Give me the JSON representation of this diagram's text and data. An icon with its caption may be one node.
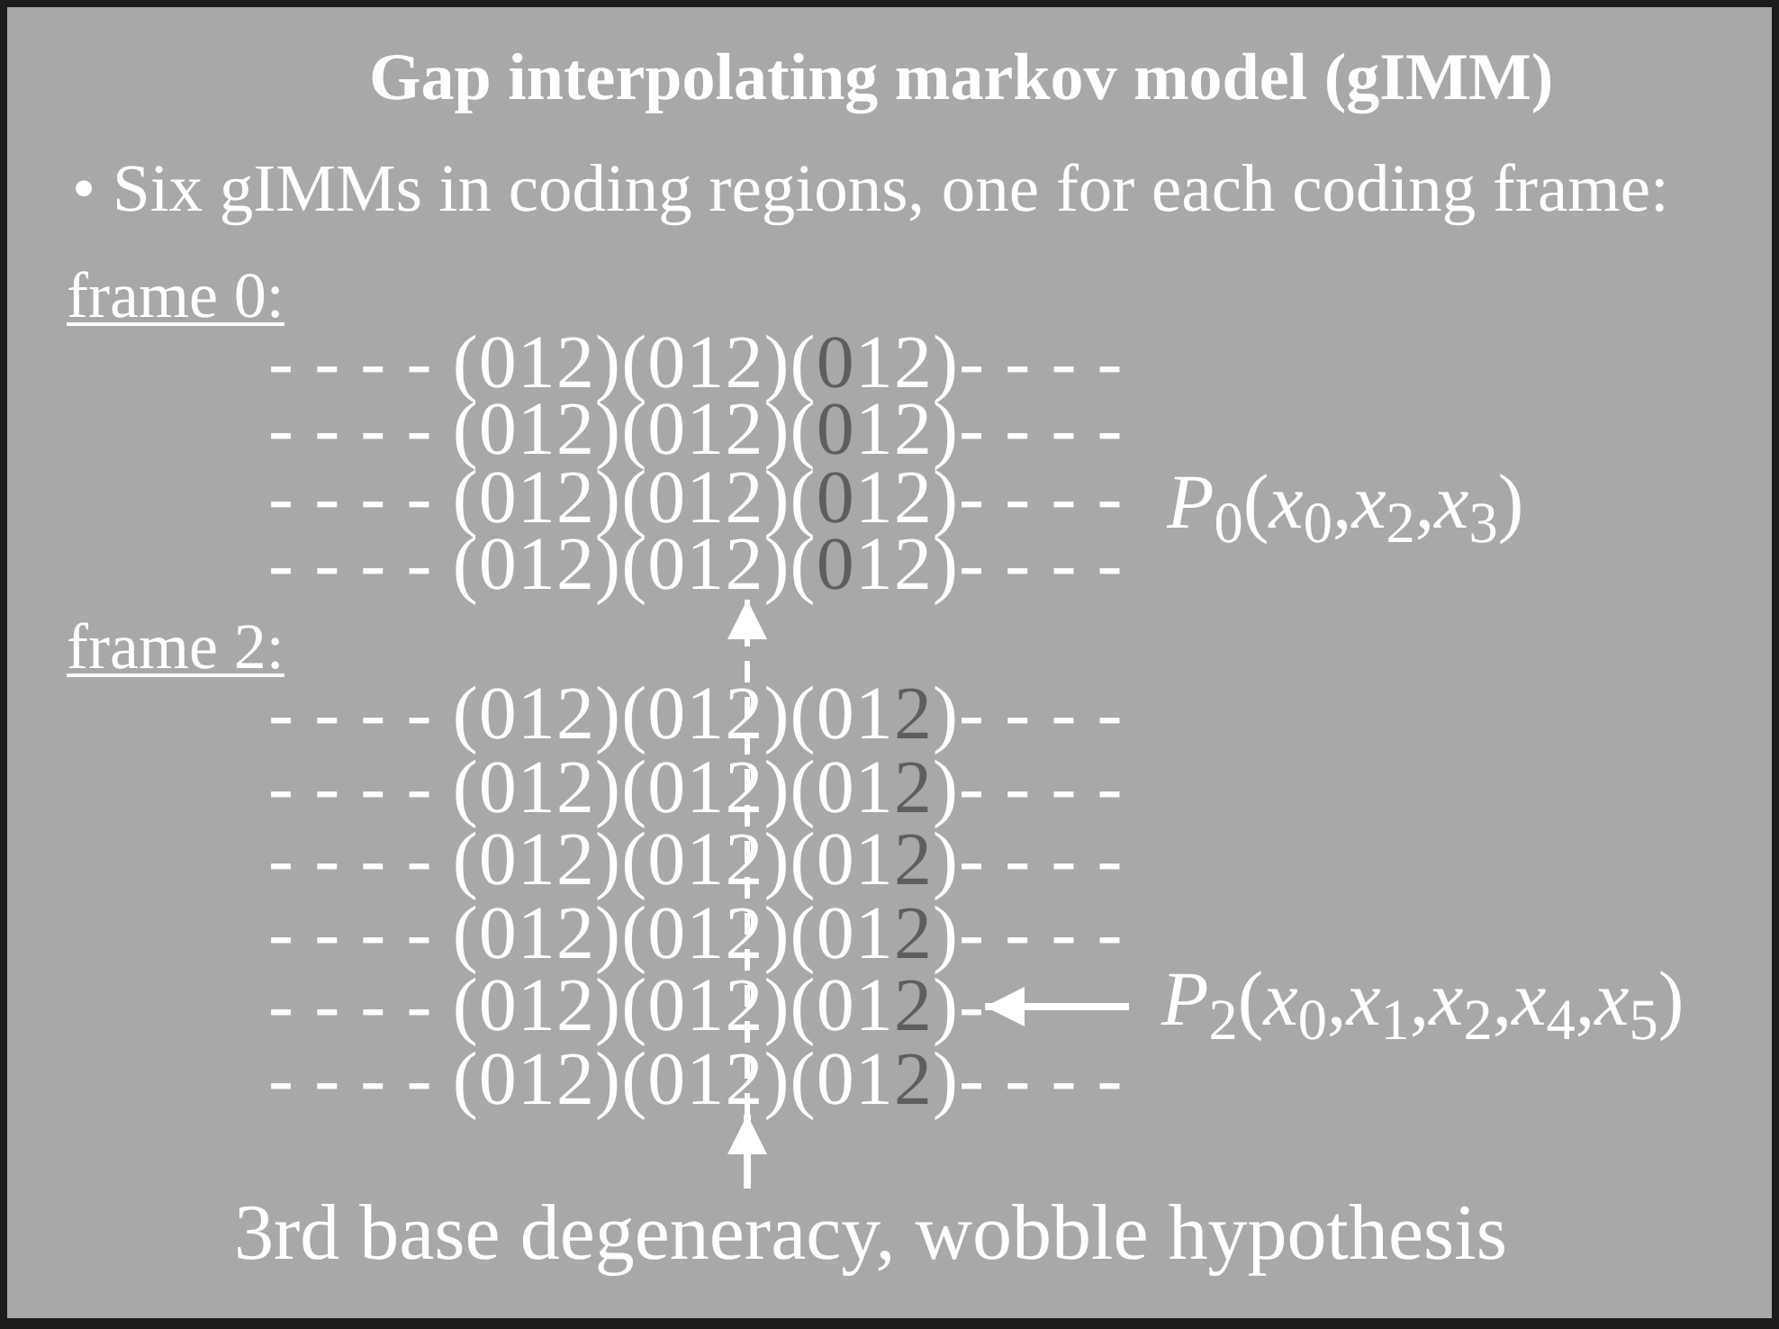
{
  "diagram": {
    "title": "Gap interpolating markov model (gIMM)",
    "nodes": [
      {
        "text": [
          "- - - - (012)(012)(012)- - - -"
        ]
      },
      {
        "text": [
          "- - - - (012)(012)(012)-"
        ]
      },
      {
        "text": [
          "*P*$_{2}$(*x*$_{0}$,*x*$_{1}$,*x*$_{2}$,*x*$_{4}$,*x*$_{5}$)"
        ]
      },
      {
        "text": [
          "- - - - (012)(012)(012)- - - -"
        ]
      },
      {
        "text": [
          "3rd base degeneracy, wobble hypothesis"
        ]
      }
    ],
    "edges": [
      {
        "from": 2,
        "to": 1,
        "arrow": "to"
      },
      {
        "from": 4,
        "to": 3,
        "arrow": "to"
      },
      {
        "from": 3,
        "to": 0,
        "arrow": "to",
        "style": "dashed"
      }
    ],
    "labels": [
      "• Six gIMMs in coding regions, one for each coding frame:",
      "frame 0:",
      "- - - - (012)(012)(012)- - - -",
      "- - - - (012)(012)(012)- - - -",
      "- - - - (012)(012)(012)- - - -",
      "*P*$_{0}$(*x*$_{0}$,*x*$_{2}$,*x*$_{3}$)",
      "frame 2:",
      "- - - - (012)(012)(012)- - - -",
      "- - - - (012)(012)(012)- - - -",
      "- - - - (012)(012)(012)- - - -",
      "- - - - (012)(012)(012)- - - -"
    ]
  }
}
